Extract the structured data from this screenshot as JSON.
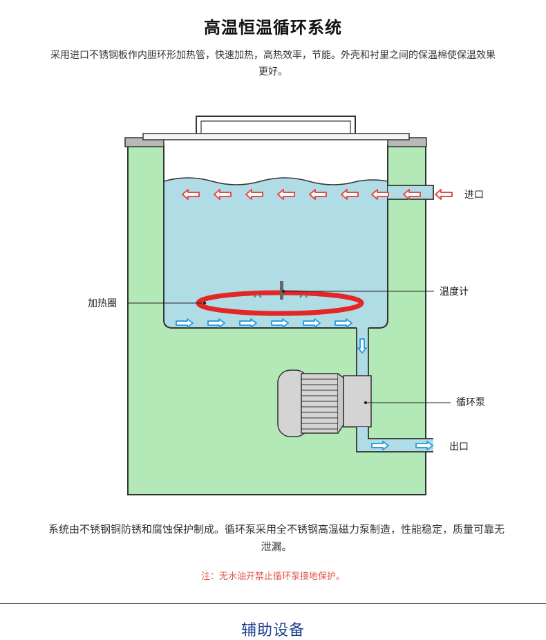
{
  "title": "高温恒温循环系统",
  "intro": "采用进口不锈钢板作内胆环形加热管，快速加热，高热效率，节能。外壳和衬里之间的保温棉使保温效果更好。",
  "labels": {
    "inlet": "进口",
    "thermometer": "温度计",
    "heating_coil": "加热圈",
    "pump": "循环泵",
    "outlet": "出口"
  },
  "description": "系统由不锈钢铜防锈和腐蚀保护制成。循环泵采用全不锈钢高温磁力泵制造，性能稳定，质量可靠无泄漏。",
  "note": "注：无水油开禁止循环泵接地保护。",
  "next_section": "辅助设备",
  "colors": {
    "outer_shell": "#b3e9b7",
    "water": "#b0dde5",
    "heating_ring": "#e32727",
    "hot_arrow": "#e24b4b",
    "cold_arrow": "#2f9fe0",
    "note_text": "#e0564a",
    "section_title": "#1d3f8f"
  }
}
